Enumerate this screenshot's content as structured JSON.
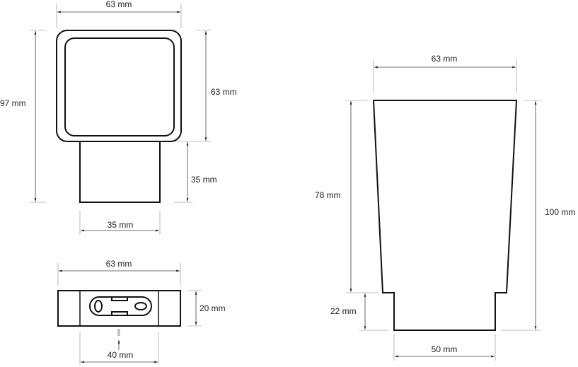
{
  "front_view": {
    "width": "63 mm",
    "total_height": "97 mm",
    "holder_height": "63 mm",
    "neck_height": "35 mm",
    "neck_width": "35 mm"
  },
  "bracket_view": {
    "width": "63 mm",
    "height": "20 mm",
    "hole_spacing": "40 mm"
  },
  "cup_view": {
    "top_width": "63 mm",
    "upper_height": "78 mm",
    "total_height": "100 mm",
    "base_height": "22 mm",
    "base_width": "50 mm"
  },
  "colors": {
    "line": "#111111",
    "dimension": "#444444"
  }
}
